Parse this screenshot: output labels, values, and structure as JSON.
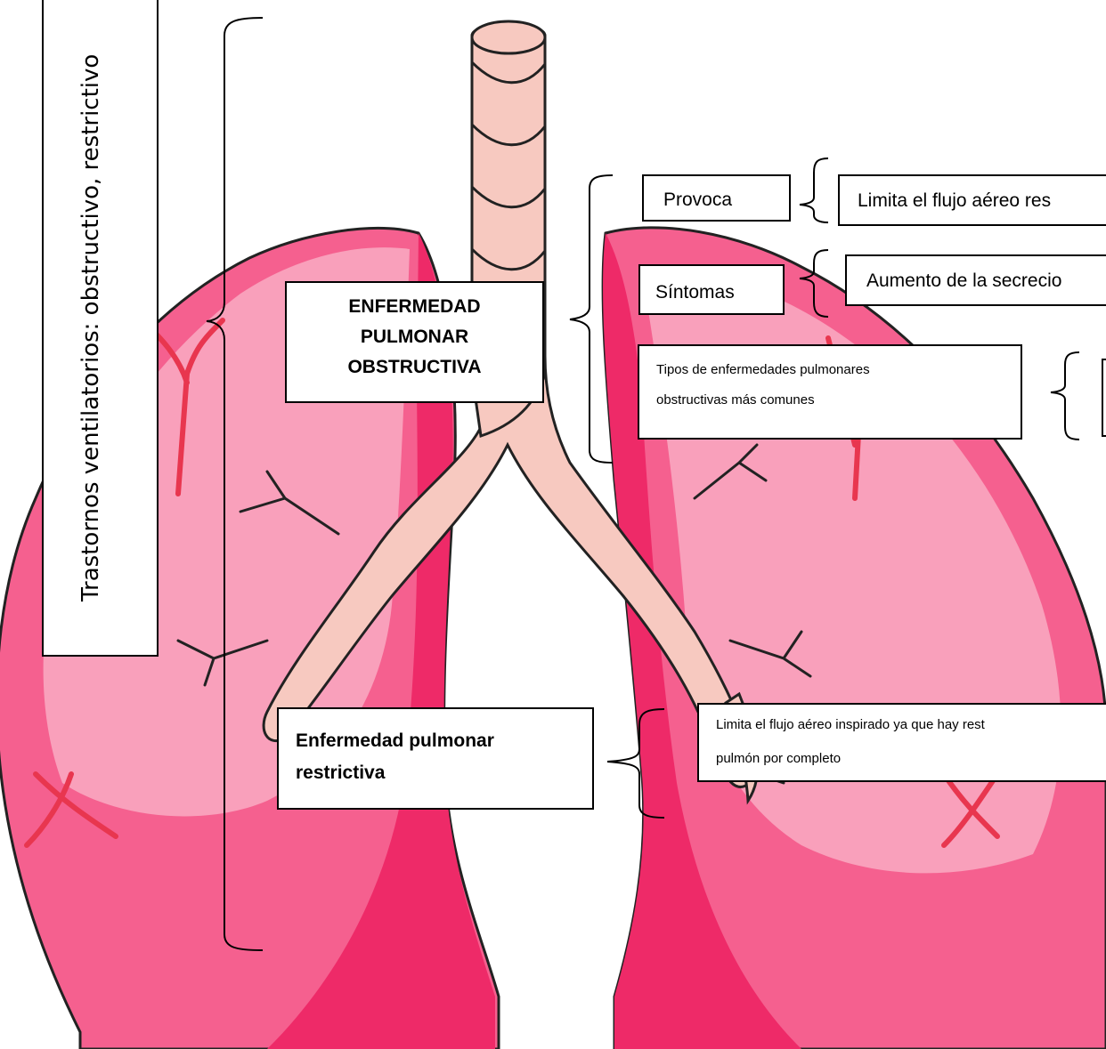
{
  "colors": {
    "lung_fill": "#f5608f",
    "lung_light": "#f9a0bb",
    "lung_dark": "#ee2a68",
    "trachea": "#f7c9c0",
    "vessel": "#e8364f",
    "outline": "#222222",
    "box_border": "#000000"
  },
  "labels": {
    "vertical": "Trastornos ventilatorios: obstructivo, restrictivo",
    "obstructiva_line1": "ENFERMEDAD",
    "obstructiva_line2": "PULMONAR",
    "obstructiva_line3": "OBSTRUCTIVA",
    "provoca": "Provoca",
    "provoca_detail": "Limita el flujo aéreo res",
    "sintomas": "Síntomas",
    "sintomas_detail": "Aumento de la secrecio",
    "tipos_line1": "Tipos de enfermedades pulmonares",
    "tipos_line2": "obstructivas más comunes",
    "restrictiva_line1": "Enfermedad pulmonar",
    "restrictiva_line2": "restrictiva",
    "restrictiva_detail_line1": "Limita el flujo aéreo inspirado ya que hay rest",
    "restrictiva_detail_line2": "pulmón por completo"
  }
}
